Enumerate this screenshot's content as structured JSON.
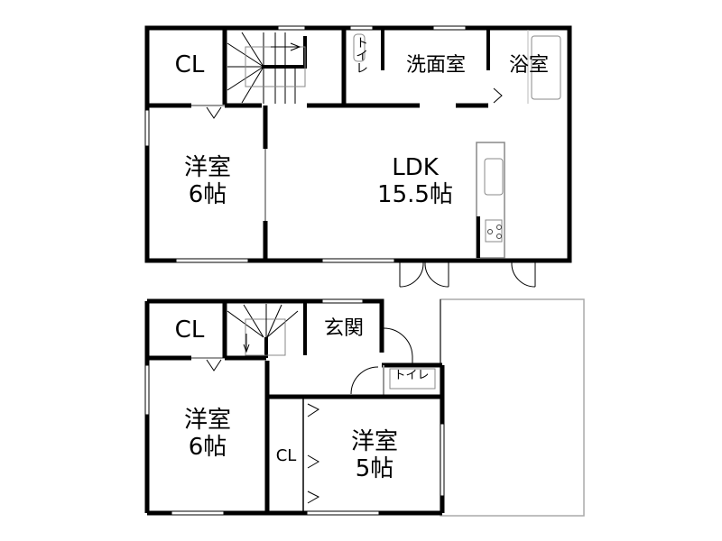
{
  "floor2": {
    "rooms": {
      "cl": "CL",
      "toilet": "トイレ",
      "washroom": "洗面室",
      "bath": "浴室",
      "western_room_name": "洋室",
      "western_room_size": "6帖",
      "ldk_name": "LDK",
      "ldk_size": "15.5帖"
    }
  },
  "floor1": {
    "rooms": {
      "cl_top": "CL",
      "entrance": "玄関",
      "toilet": "トイレ",
      "western_room_a_name": "洋室",
      "western_room_a_size": "6帖",
      "cl_side": "CL",
      "western_room_b_name": "洋室",
      "western_room_b_size": "5帖"
    }
  },
  "colors": {
    "wall": "#000000",
    "thin_line": "#9a9a9a",
    "background": "#ffffff"
  }
}
